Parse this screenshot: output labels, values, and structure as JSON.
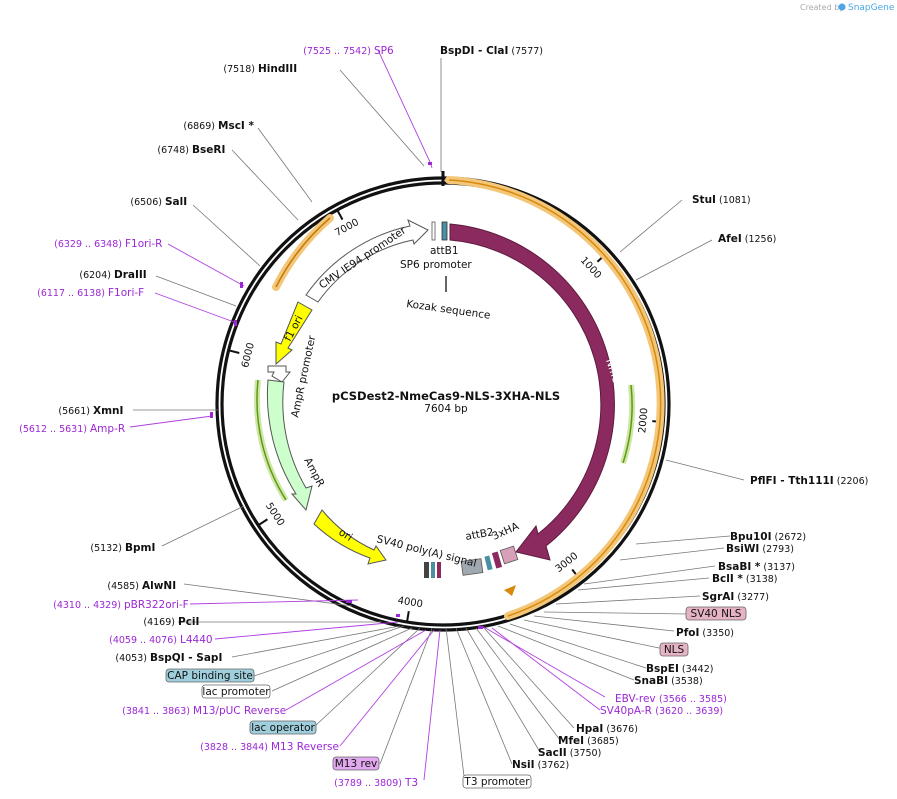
{
  "header": {
    "credit": "Created by",
    "brand": "SnapGene"
  },
  "plasmid": {
    "name": "pCSDest2-NmeCas9-NLS-3XHA-NLS",
    "size": "7604 bp",
    "total_bp": 7604
  },
  "ticks": [
    {
      "bp": 1000,
      "label": "1000"
    },
    {
      "bp": 2000,
      "label": "2000"
    },
    {
      "bp": 3000,
      "label": "3000"
    },
    {
      "bp": 4000,
      "label": "4000"
    },
    {
      "bp": 5000,
      "label": "5000"
    },
    {
      "bp": 6000,
      "label": "6000"
    },
    {
      "bp": 7000,
      "label": "7000"
    }
  ],
  "sites": [
    {
      "name": "BspDI",
      "name2": "ClaI",
      "pos": "(7577)"
    },
    {
      "name": "HindIII",
      "pos": "(7518)"
    },
    {
      "name": "MscI *",
      "pos": "(6869)"
    },
    {
      "name": "BseRI",
      "pos": "(6748)"
    },
    {
      "name": "SalI",
      "pos": "(6506)"
    },
    {
      "name": "DraIII",
      "pos": "(6204)"
    },
    {
      "name": "XmnI",
      "pos": "(5661)"
    },
    {
      "name": "BpmI",
      "pos": "(5132)"
    },
    {
      "name": "AlwNI",
      "pos": "(4585)"
    },
    {
      "name": "PciI",
      "pos": "(4169)"
    },
    {
      "name": "BspQI",
      "name2": "SapI",
      "pos": "(4053)"
    },
    {
      "name": "StuI",
      "pos": "(1081)"
    },
    {
      "name": "AfeI",
      "pos": "(1256)"
    },
    {
      "name": "PflFI",
      "name2": "Tth111I",
      "pos": "(2206)"
    },
    {
      "name": "Bpu10I",
      "pos": "(2672)"
    },
    {
      "name": "BsiWI",
      "pos": "(2793)"
    },
    {
      "name": "BsaBI *",
      "pos": "(3137)"
    },
    {
      "name": "BclI *",
      "pos": "(3138)"
    },
    {
      "name": "SgrAI",
      "pos": "(3277)"
    },
    {
      "name": "PfoI",
      "pos": "(3350)"
    },
    {
      "name": "BspEI",
      "pos": "(3442)"
    },
    {
      "name": "SnaBI",
      "pos": "(3538)"
    },
    {
      "name": "HpaI",
      "pos": "(3676)"
    },
    {
      "name": "MfeI",
      "pos": "(3685)"
    },
    {
      "name": "SacII",
      "pos": "(3750)"
    },
    {
      "name": "NsiI",
      "pos": "(3762)"
    }
  ],
  "primers": [
    {
      "range": "(7525 .. 7542)",
      "name": "SP6"
    },
    {
      "range": "(6329 .. 6348)",
      "name": "F1ori-R"
    },
    {
      "range": "(6117 .. 6138)",
      "name": "F1ori-F"
    },
    {
      "range": "(5612 .. 5631)",
      "name": "Amp-R"
    },
    {
      "range": "(4310 .. 4329)",
      "name": "pBR322ori-F"
    },
    {
      "range": "(4059 .. 4076)",
      "name": "L4440"
    },
    {
      "range": "(3841 .. 3863)",
      "name": "M13/pUC Reverse"
    },
    {
      "range": "(3828 .. 3844)",
      "name": "M13 Reverse"
    },
    {
      "range": "(3789 .. 3809)",
      "name": "T3"
    },
    {
      "range": "(3566 .. 3585)",
      "name": "EBV-rev"
    },
    {
      "range": "(3620 .. 3639)",
      "name": "SV40pA-R"
    }
  ],
  "boxed_features": [
    {
      "label": "CAP binding site",
      "color": "#9fcfdc"
    },
    {
      "label": "lac promoter",
      "color": "#ffffff"
    },
    {
      "label": "lac operator",
      "color": "#9fcfdc"
    },
    {
      "label": "M13 rev",
      "color": "#e2a8f0"
    },
    {
      "label": "T3 promoter",
      "color": "#ffffff"
    },
    {
      "label": "SV40 NLS",
      "color": "#e6b3c5"
    },
    {
      "label": "NLS",
      "color": "#e6b3c5"
    }
  ],
  "features": {
    "nmecas9": {
      "label": "NmeCas9",
      "color": "#8b2a5e"
    },
    "cmv": {
      "label": "CMV IE94 promoter",
      "color": "#ffffff"
    },
    "f1ori": {
      "label": "f1 ori",
      "color": "#ffff00"
    },
    "ampr_promoter": {
      "label": "AmpR promoter",
      "color": "#ffffff"
    },
    "ampr": {
      "label": "AmpR",
      "color": "#ccffcc"
    },
    "ori": {
      "label": "ori",
      "color": "#ffff00"
    },
    "sv40polya": {
      "label": "SV40 poly(A) signal"
    },
    "attb1": {
      "label": "attB1"
    },
    "attb2": {
      "label": "attB2"
    },
    "sp6_promoter": {
      "label": "SP6 promoter"
    },
    "kozak": {
      "label": "Kozak sequence"
    },
    "threexha": {
      "label": "3xHA"
    }
  },
  "colors": {
    "backbone": "#111111",
    "primer": "#9c27d6",
    "orf_orange": "#f0b040",
    "orf_green": "#6aa020",
    "brand": "#4aa6e6"
  }
}
